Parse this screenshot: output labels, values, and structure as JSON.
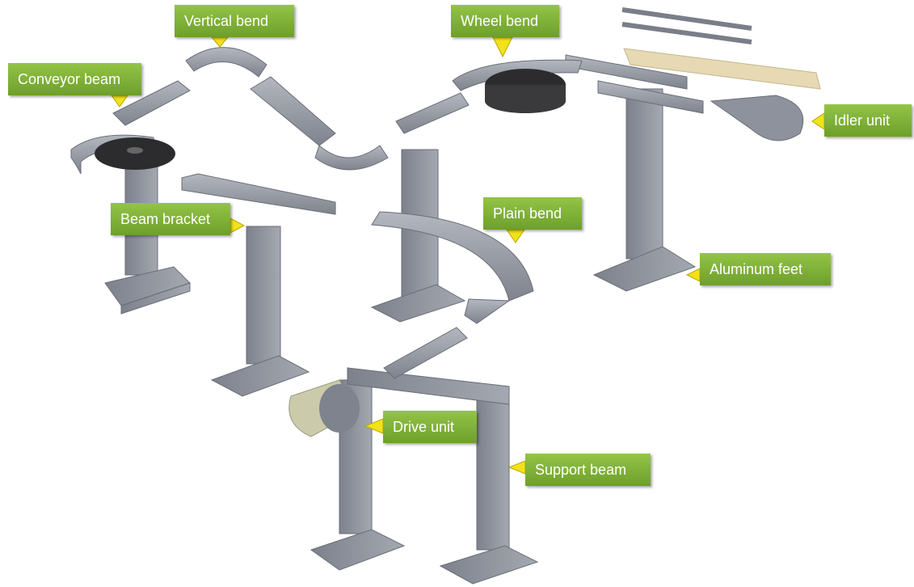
{
  "labels": {
    "vertical_bend": "Vertical  bend",
    "conveyor_beam": "Conveyor beam",
    "wheel_bend": "Wheel bend",
    "idler_unit": "Idler unit",
    "beam_bracket": "Beam bracket",
    "plain_bend": "Plain bend",
    "aluminum_feet": "Aluminum feet",
    "drive_unit": "Drive unit",
    "support_beam": "Support beam"
  },
  "colors": {
    "label_green": "#7fb23a",
    "arrow_yellow": "#f2e21a",
    "metal_gray": "#8e929c",
    "motor": "#c9c9a8",
    "chain": "#e8dcb8"
  }
}
